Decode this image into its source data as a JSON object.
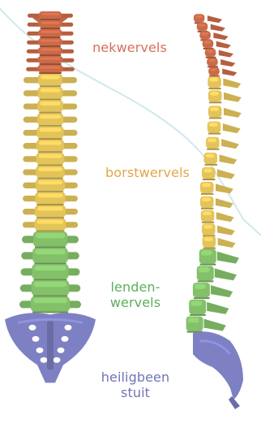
{
  "labels": {
    "cervical": "nekwervels",
    "thoracic": "borstwervels",
    "lumbar_line1": "lenden-",
    "lumbar_line2": "wervels",
    "sacrum_line1": "heiligbeen",
    "sacrum_line2": "stuit"
  },
  "colors": {
    "cervical": "#c96a48",
    "thoracic": "#e3c45a",
    "lumbar": "#84c06a",
    "sacrum": "#7d80c2",
    "background_line": "#bfe3e8",
    "cervical_text": "#d8705a",
    "thoracic_text": "#e0a84a",
    "lumbar_text": "#5fae5a",
    "sacrum_text": "#6f75b4"
  }
}
